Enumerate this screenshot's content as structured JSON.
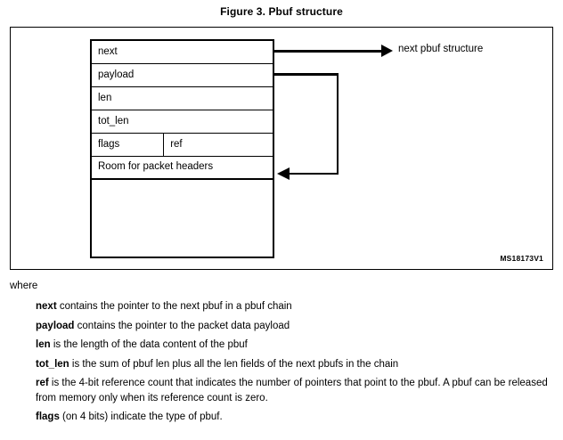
{
  "figure": {
    "title": "Figure 3. Pbuf structure",
    "watermark": "MS18173V1",
    "struct_fields": [
      {
        "label": "next"
      },
      {
        "label": "payload"
      },
      {
        "label": "len"
      },
      {
        "label": "tot_len"
      },
      {
        "label": "flags",
        "label_right": "ref"
      },
      {
        "label": "Room for packet headers"
      }
    ],
    "annotation_next": "next pbuf structure"
  },
  "prose": {
    "where_label": "where",
    "definitions": [
      {
        "term": "next",
        "text": " contains the pointer to the next pbuf in a pbuf chain"
      },
      {
        "term": "payload",
        "text": " contains the pointer to the packet data payload"
      },
      {
        "term": "len",
        "text": " is the length of the data content of the pbuf"
      },
      {
        "term": "tot_len",
        "text": " is the sum of pbuf len plus all the len fields of the next pbufs in the chain"
      },
      {
        "term": "ref",
        "text": " is the 4-bit reference count that indicates the number of pointers that point to the pbuf. A pbuf can be released from memory only when its reference count is zero."
      },
      {
        "term": "flags",
        "text": " (on 4 bits) indicate the type of pbuf."
      }
    ]
  }
}
